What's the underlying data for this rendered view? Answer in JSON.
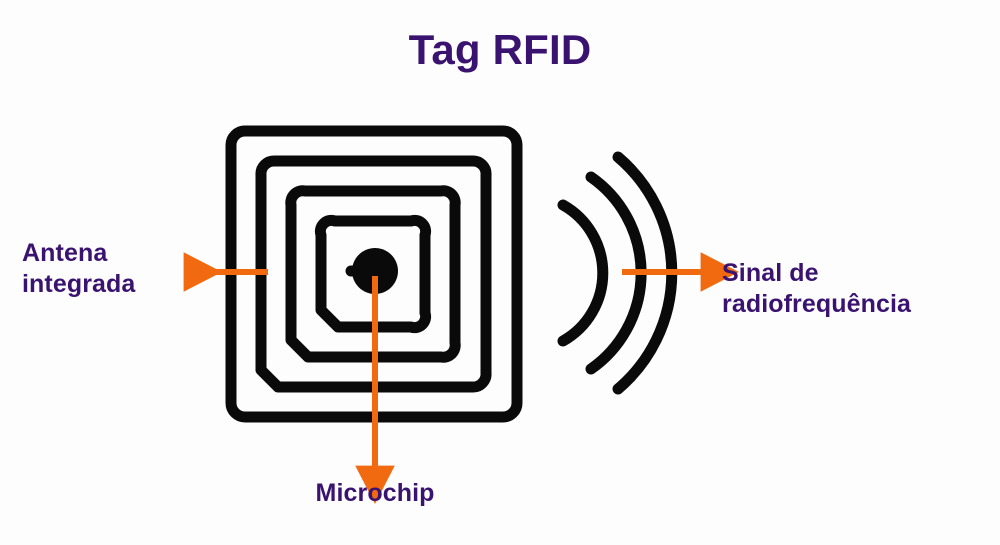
{
  "figure": {
    "title": "Tag RFID",
    "background_color": "#fdfdfd",
    "purple": "#3a1370",
    "orange": "#f26a0f",
    "black": "#0a0a0a"
  },
  "labels": {
    "antenna": "Antena\nintegrada",
    "antenna_line_1": "Antena",
    "antenna_line_2": "integrada",
    "signal": "Sinal de\nradiofrequência",
    "signal_line_1": "Sinal de",
    "signal_line_2": "radiofrequência",
    "microchip": "Microchip"
  },
  "callouts": [
    {
      "id": "antenna",
      "label": "Antena integrada",
      "direction": "left",
      "points_to": "antenna-coil",
      "color": "#f26a0f"
    },
    {
      "id": "signal",
      "label": "Sinal de radiofrequência",
      "direction": "right",
      "points_to": "radio-waves",
      "color": "#f26a0f"
    },
    {
      "id": "microchip",
      "label": "Microchip",
      "direction": "down",
      "points_to": "chip-dot",
      "color": "#f26a0f"
    }
  ],
  "graphics": {
    "tag_outline": "rounded-square-spiral-antenna",
    "chip": "filled-circle",
    "waves": "three-concentric-arcs"
  }
}
